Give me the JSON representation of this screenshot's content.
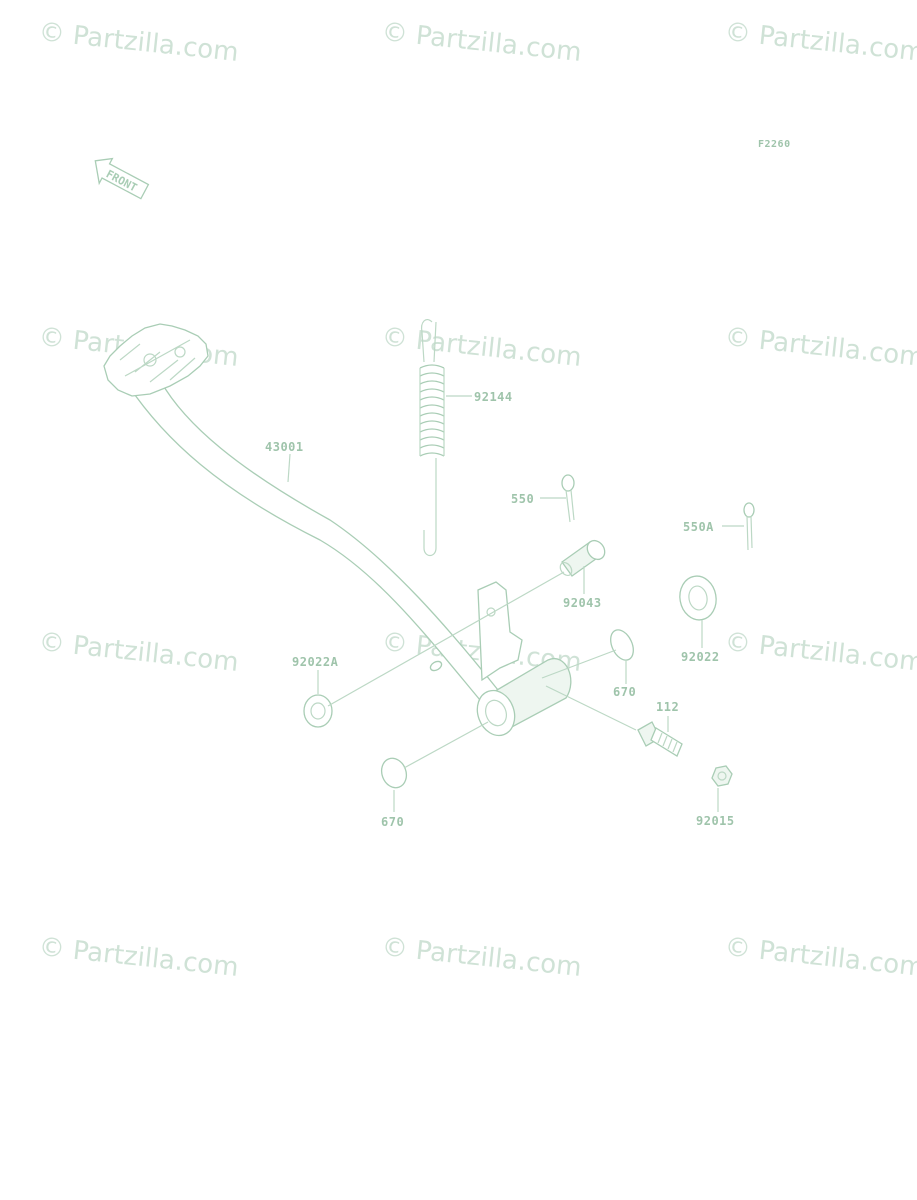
{
  "figure_code": "F2260",
  "front_label": "FRONT",
  "watermark_text": "© Partzilla.com",
  "parts": {
    "pedal": "43001",
    "spring": "92144",
    "cotter_pin": "550",
    "cotter_pin_a": "550A",
    "pin": "92043",
    "washer": "92022",
    "washer_a": "92022A",
    "oring_right": "670",
    "oring_left": "670",
    "bolt": "112",
    "nut": "92015"
  },
  "colors": {
    "line": "#bcd8c5",
    "label": "#9fc4ab",
    "watermark": "#cfe2d6"
  }
}
